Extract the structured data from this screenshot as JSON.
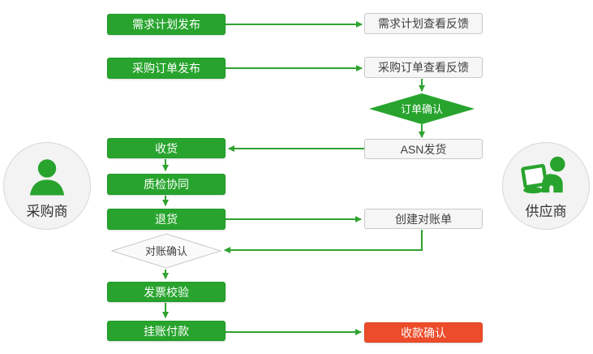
{
  "palette": {
    "green": "#28a42e",
    "green-border": "#1d9a26",
    "arrow": "#2fa32f",
    "red": "#ed4c2b",
    "red-border": "#e0421f",
    "box-bg": "#f6f6f6",
    "box-border": "#c9c9c9",
    "diamond-bg": "#fafafa",
    "text-dark": "#404040",
    "circle-bg": "#f3f3f3",
    "circle-border": "#d8d8d8"
  },
  "actors": {
    "buyer": {
      "label": "采购商"
    },
    "supplier": {
      "label": "供应商"
    }
  },
  "nodes": {
    "demand_plan_publish": "需求计划发布",
    "demand_plan_feedback": "需求计划查看反馈",
    "po_publish": "采购订单发布",
    "po_feedback": "采购订单查看反馈",
    "order_confirm": "订单确认",
    "receive": "收货",
    "asn_ship": "ASN发货",
    "quality_collab": "质检协同",
    "return_goods": "退货",
    "create_statement": "创建对账单",
    "statement_confirm": "对账确认",
    "invoice_verify": "发票校验",
    "payment_on_account": "挂账付款",
    "payment_confirm": "收款确认"
  }
}
